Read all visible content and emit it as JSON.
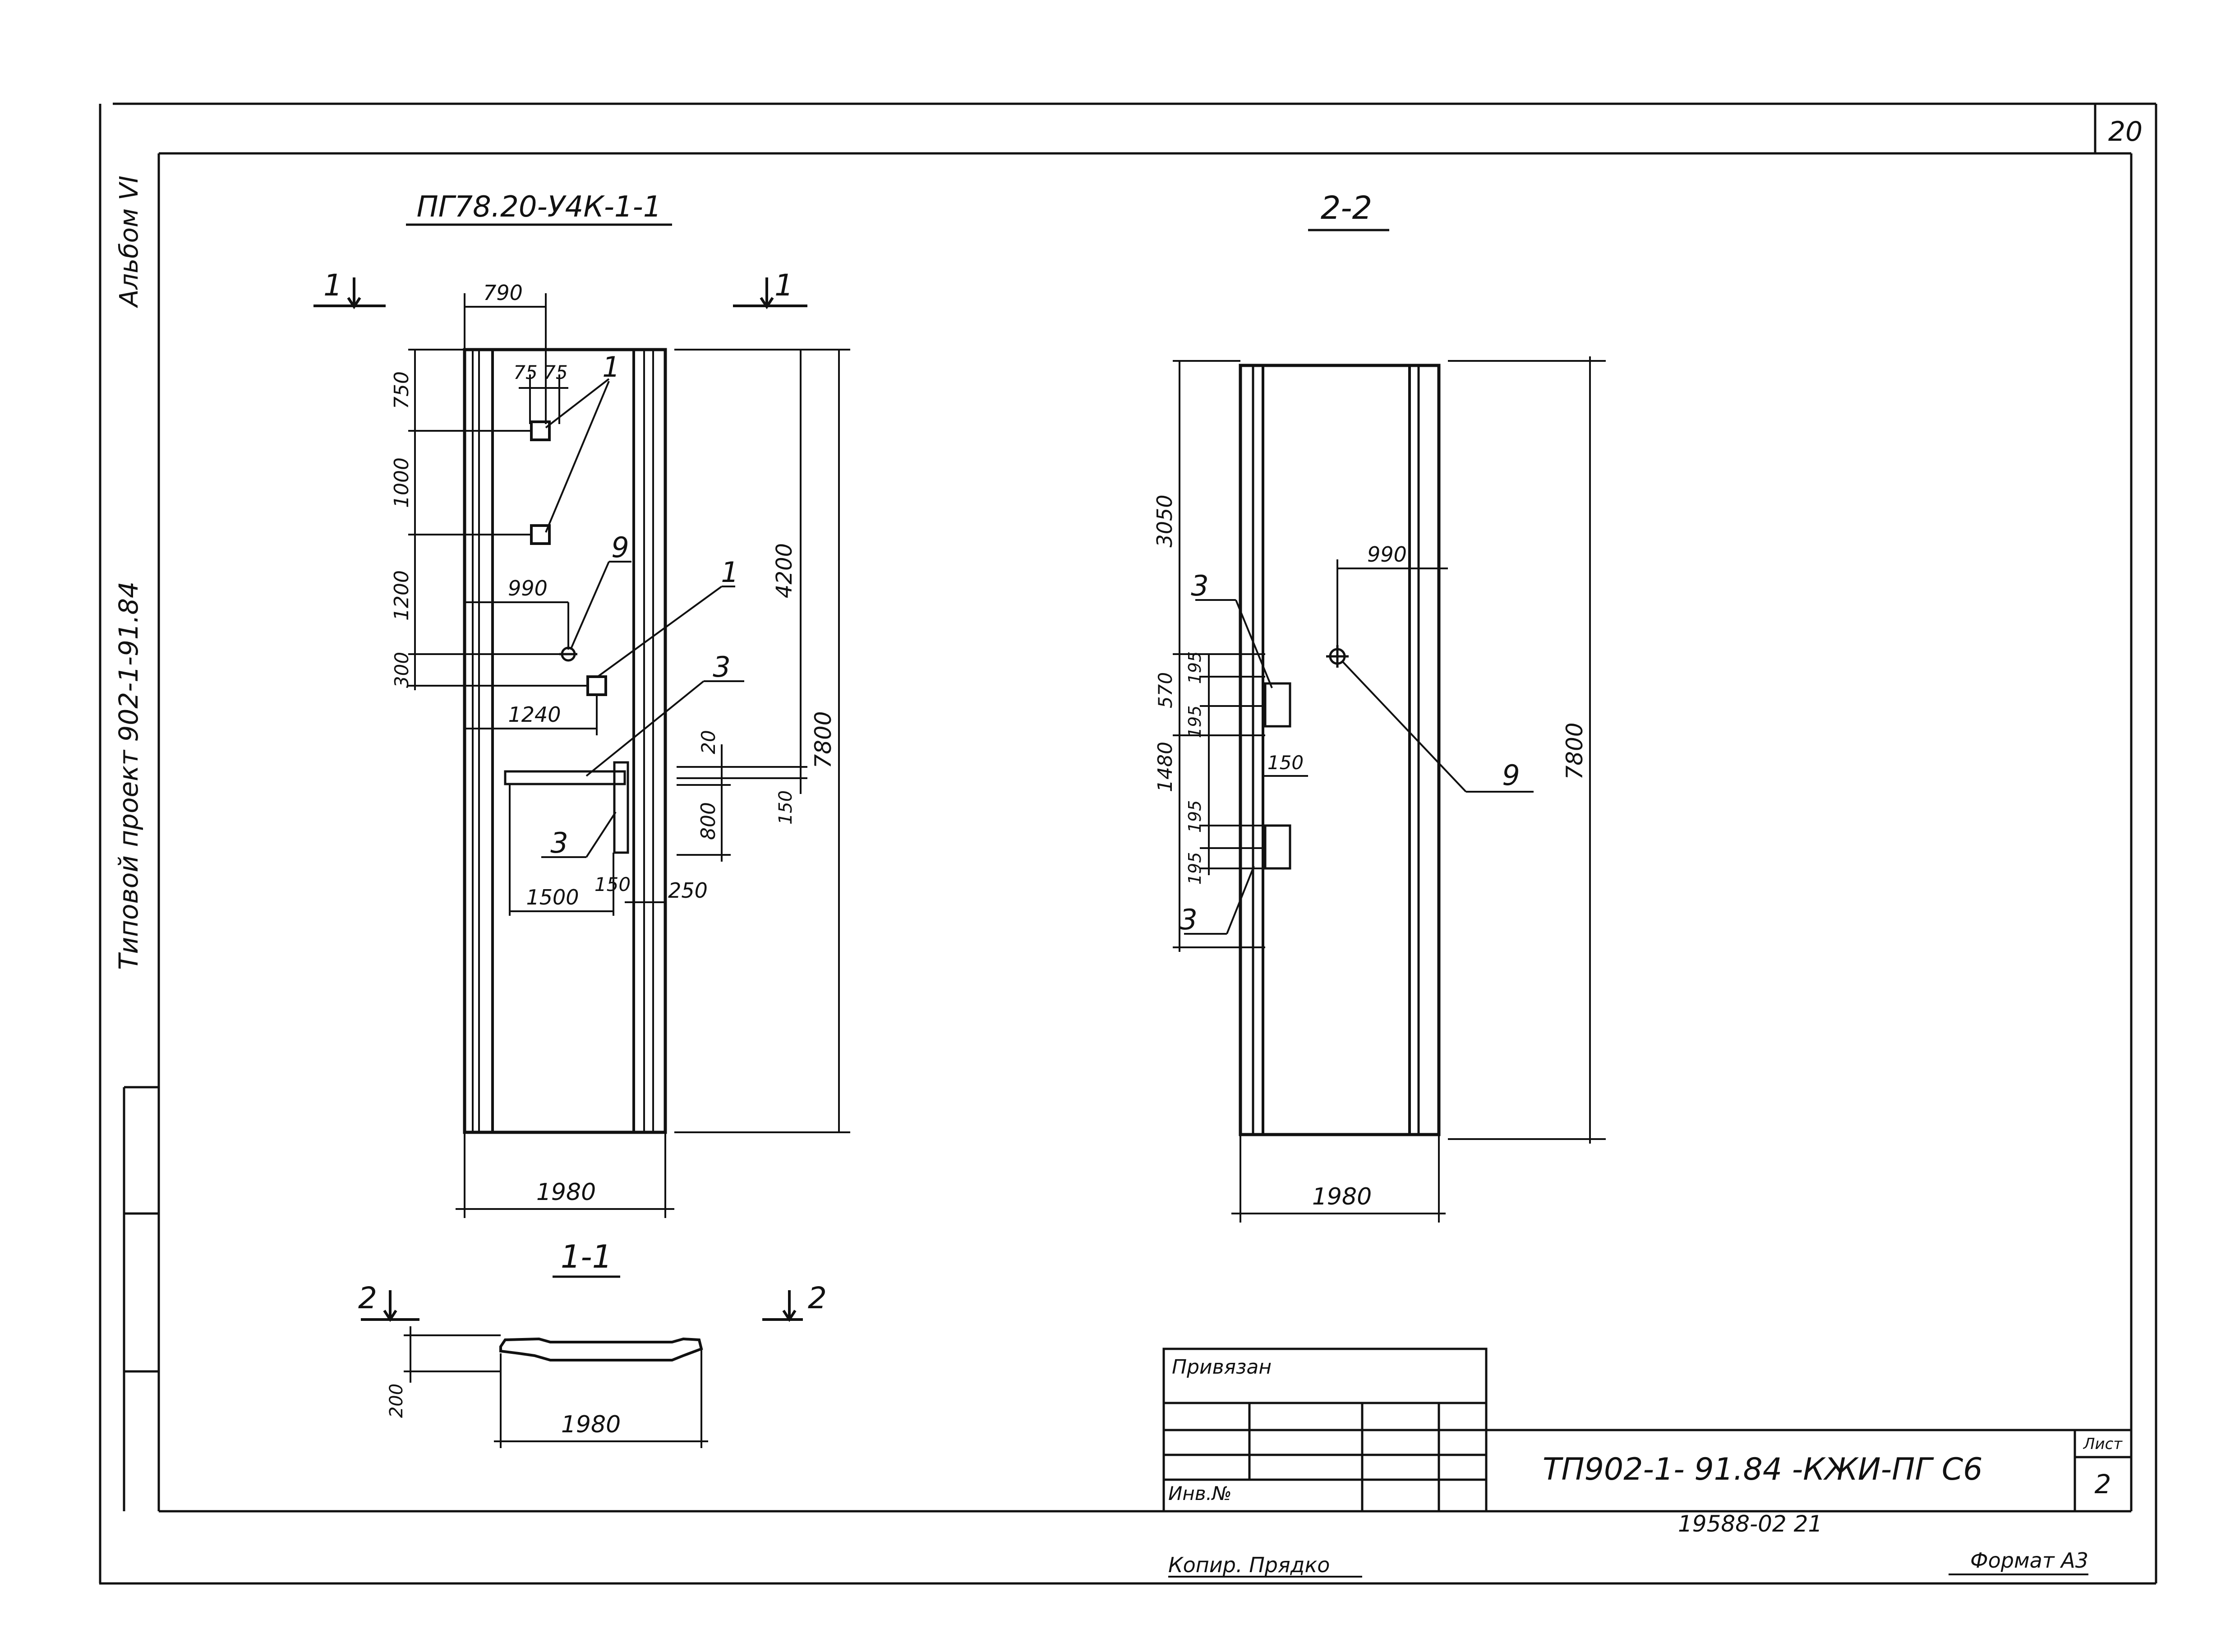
{
  "sheet": {
    "page_number": "20",
    "album": "Альбом VI",
    "project": "Типовой проект 902-1-91.84",
    "format": "Формат А3",
    "copier": "Копир. Прядко"
  },
  "title_block": {
    "attached": "Привязан",
    "inv_no": "Инв.№",
    "doc_code": "ТП902-1- 91.84 -КЖИ-ПГ С6",
    "sheet_label": "Лист",
    "sheet_no": "2",
    "archive_no": "19588-02  21"
  },
  "views": {
    "main": {
      "title": "ПГ78.20-У4К-1-1",
      "cut_label": "1",
      "dims": {
        "d790": "790",
        "d75a": "75",
        "d75b": "75",
        "d750": "750",
        "d1000": "1000",
        "d1200": "1200",
        "d300": "300",
        "d990": "990",
        "d1240": "1240",
        "d4200": "4200",
        "d7800": "7800",
        "d20": "20",
        "d800": "800",
        "d150r": "150",
        "d1500": "1500",
        "d150": "150",
        "d250": "250",
        "d1980": "1980"
      },
      "callouts": {
        "c1a": "1",
        "c1b": "1",
        "c9": "9",
        "c3a": "3",
        "c3b": "3"
      }
    },
    "section_22": {
      "title": "2-2",
      "dims": {
        "d3050": "3050",
        "d990": "990",
        "d570": "570",
        "d195a": "195",
        "d195b": "195",
        "d1480": "1480",
        "d150": "150",
        "d195c": "195",
        "d195d": "195",
        "d7800": "7800",
        "d1980": "1980"
      },
      "callouts": {
        "c3a": "3",
        "c3b": "3",
        "c9": "9"
      }
    },
    "section_11": {
      "title": "1-1",
      "cut_label": "2",
      "dims": {
        "d200": "200",
        "d1980": "1980"
      }
    }
  },
  "colors": {
    "ink": "#111111",
    "paper": "#ffffff"
  }
}
